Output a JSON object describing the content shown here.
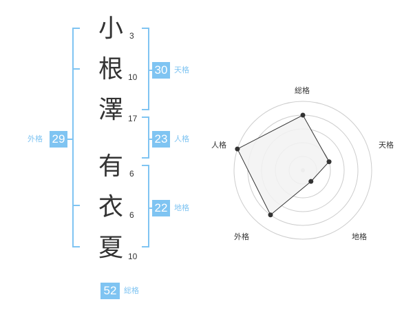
{
  "name_chars": [
    {
      "char": "小",
      "strokes": "3"
    },
    {
      "char": "根",
      "strokes": "10"
    },
    {
      "char": "澤",
      "strokes": "17"
    },
    {
      "char": "有",
      "strokes": "6"
    },
    {
      "char": "衣",
      "strokes": "6"
    },
    {
      "char": "夏",
      "strokes": "10"
    }
  ],
  "fortunes": {
    "tenkaku": {
      "value": "30",
      "label": "天格"
    },
    "jinkaku": {
      "value": "23",
      "label": "人格"
    },
    "chikaku": {
      "value": "22",
      "label": "地格"
    },
    "gaikaku": {
      "value": "29",
      "label": "外格"
    },
    "soukaku": {
      "value": "52",
      "label": "総格"
    }
  },
  "radar": {
    "axes": [
      "総格",
      "天格",
      "地格",
      "外格",
      "人格"
    ],
    "values": [
      4,
      2,
      1,
      4,
      5
    ],
    "max": 5,
    "colors": {
      "grid": "#cccccc",
      "fill": "#f2f2f2",
      "line": "#333333",
      "point": "#333333",
      "center": "#cccccc"
    }
  },
  "colors": {
    "accent": "#7fc4f2",
    "bracket": "#7fc4f2",
    "text": "#333333"
  }
}
